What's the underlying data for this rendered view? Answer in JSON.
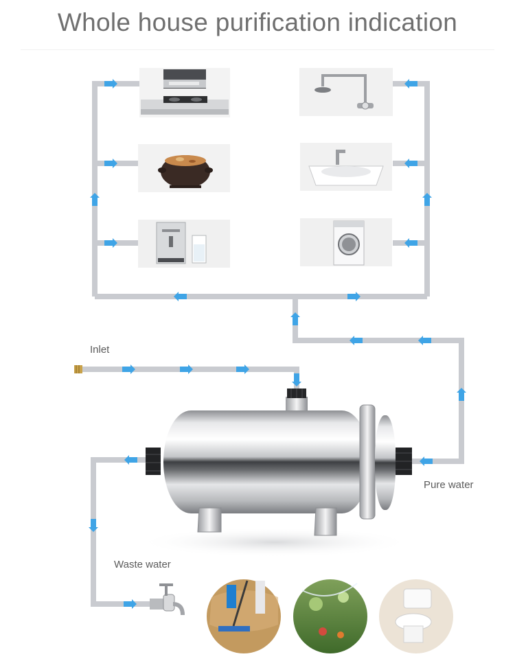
{
  "title": "Whole house purification indication",
  "labels": {
    "inlet": "Inlet",
    "pure_water": "Pure water",
    "waste_water": "Waste water"
  },
  "colors": {
    "pipe": "#c9cbd0",
    "arrow": "#3fa4e6",
    "title": "#6f6f6f"
  },
  "appliances": [
    "range-hood-and-stove",
    "rain-shower-head",
    "cooking-pot",
    "bathroom-sink-faucet",
    "water-dispenser-with-glass",
    "washing-machine"
  ],
  "waste_uses": [
    "floor-mopping",
    "garden-watering",
    "toilet"
  ]
}
